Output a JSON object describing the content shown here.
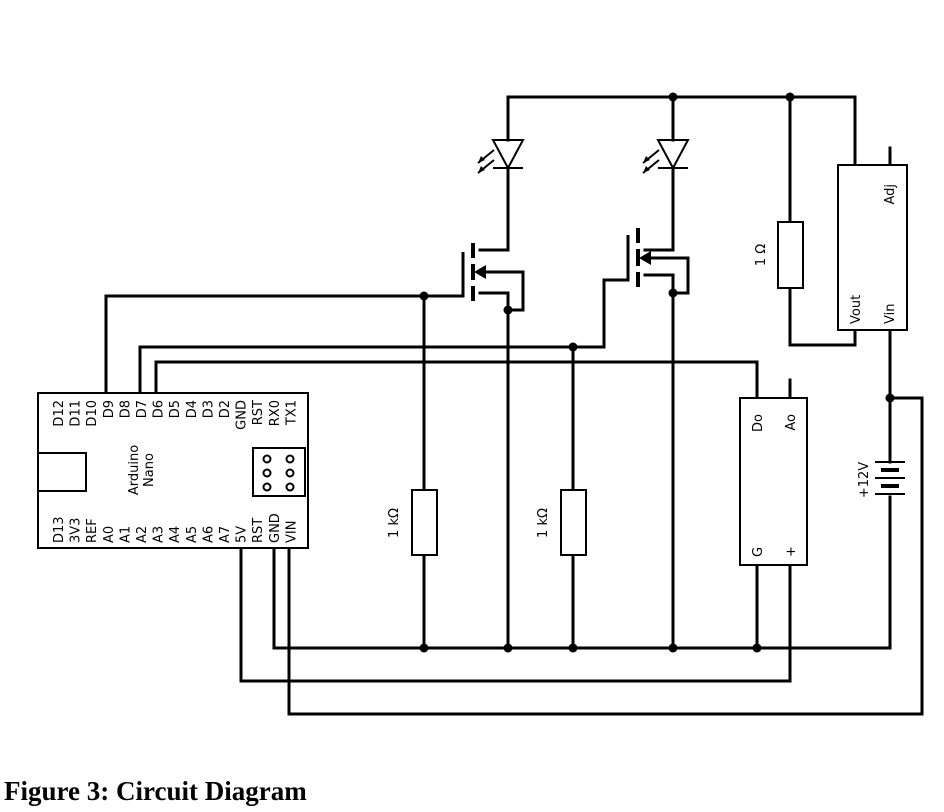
{
  "caption": "Figure 3: Circuit Diagram",
  "arduino": {
    "name": "Arduino",
    "model": "Nano",
    "top_pins": [
      "D12",
      "D11",
      "D10",
      "D9",
      "D8",
      "D7",
      "D6",
      "D5",
      "D4",
      "D3",
      "D2",
      "GND",
      "RST",
      "RX0",
      "TX1"
    ],
    "bottom_pins": [
      "D13",
      "3V3",
      "REF",
      "A0",
      "A1",
      "A2",
      "A3",
      "A4",
      "A5",
      "A6",
      "A7",
      "5V",
      "RST",
      "GND",
      "VIN"
    ]
  },
  "resistors": {
    "pulldown_left": "1 kΩ",
    "pulldown_right": "1 kΩ",
    "sense": "1 Ω"
  },
  "regulator": {
    "adj": "Adj",
    "vout": "Vout",
    "vin": "Vin"
  },
  "sensor": {
    "do": "Do",
    "ao": "Ao",
    "g": "G",
    "plus": "+"
  },
  "battery": {
    "label": "+12V"
  }
}
